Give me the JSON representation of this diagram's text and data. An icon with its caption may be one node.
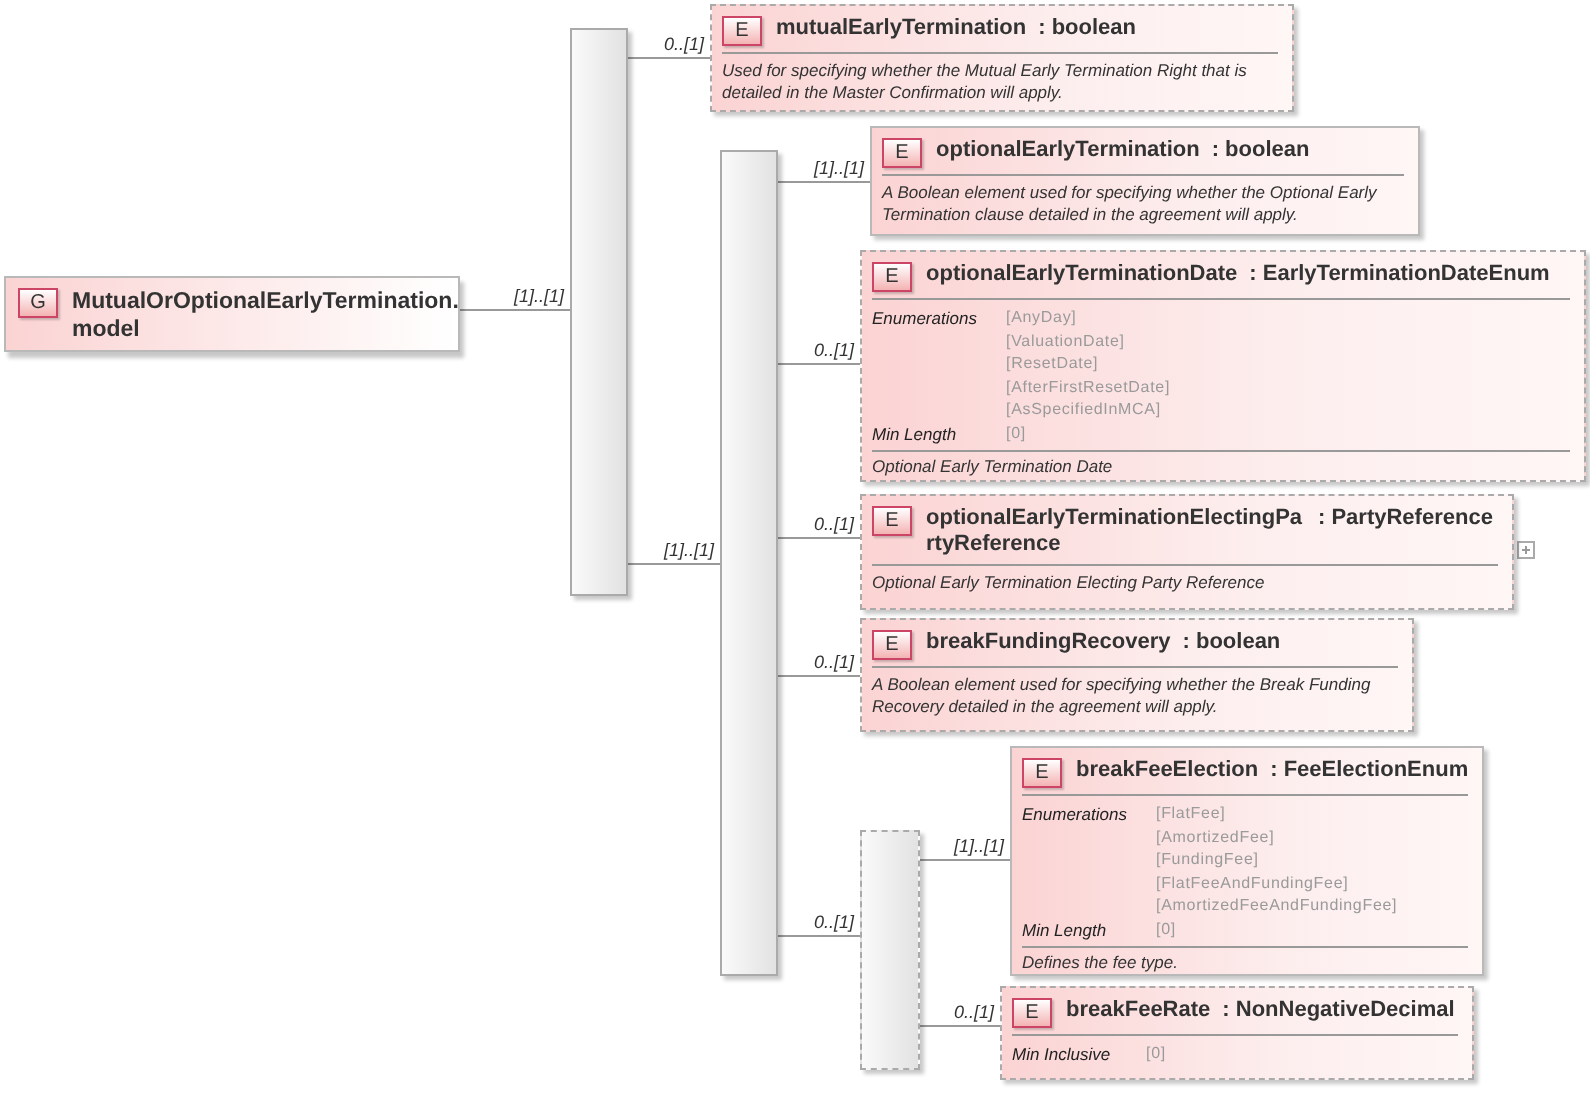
{
  "diagram": {
    "nodes": [
      {
        "text": [
          "G",
          "MutualOrOptionalEarlyTermination. model"
        ]
      },
      {
        "text": [],
        "shape": "bar"
      },
      {
        "text": [
          "E",
          "mutualEarlyTermination",
          ": boolean",
          "Used for specifying whether the Mutual Early Termination Right that is detailed in the Master Confirmation will apply."
        ]
      },
      {
        "text": [],
        "shape": "bar"
      },
      {
        "text": [
          "E",
          "optionalEarlyTermination",
          ": boolean",
          "A Boolean element used for specifying whether the Optional Early Termination clause detailed in the agreement will apply."
        ]
      },
      {
        "text": [
          "E",
          "optionalEarlyTerminationDate",
          ": EarlyTerminationDateEnum",
          "Enumerations",
          "[AnyDay]",
          "[ValuationDate]",
          "[ResetDate]",
          "[AfterFirstResetDate]",
          "[AsSpecifiedInMCA]",
          "Min Length",
          "[0]",
          "Optional Early Termination Date"
        ]
      },
      {
        "text": [
          "E",
          "optionalEarlyTerminationElectingPa rtyReference",
          ": PartyReference",
          "Optional Early Termination Electing Party Reference"
        ]
      },
      {
        "text": [
          "E",
          "breakFundingRecovery",
          ": boolean",
          "A Boolean element used for specifying whether the Break Funding Recovery detailed in the agreement will apply."
        ]
      },
      {
        "text": [],
        "shape": "bar"
      },
      {
        "text": [
          "E",
          "breakFeeElection",
          ": FeeElectionEnum",
          "Enumerations",
          "[FlatFee]",
          "[AmortizedFee]",
          "[FundingFee]",
          "[FlatFeeAndFundingFee]",
          "[AmortizedFeeAndFundingFee]",
          "Min Length",
          "[0]",
          "Defines the fee type."
        ]
      },
      {
        "text": [
          "E",
          "breakFeeRate",
          ": NonNegativeDecimal",
          "Min Inclusive",
          "[0]"
        ]
      }
    ],
    "edges": [
      {
        "from": 0,
        "to": 1,
        "arrow": "none",
        "label": "[1]..[1]"
      },
      {
        "from": 1,
        "to": 2,
        "arrow": "none",
        "label": "0..[1]"
      },
      {
        "from": 1,
        "to": 3,
        "arrow": "none",
        "label": "[1]..[1]"
      },
      {
        "from": 3,
        "to": 4,
        "arrow": "none",
        "label": "[1]..[1]"
      },
      {
        "from": 3,
        "to": 5,
        "arrow": "none",
        "label": "0..[1]"
      },
      {
        "from": 3,
        "to": 6,
        "arrow": "none",
        "label": "0..[1]"
      },
      {
        "from": 3,
        "to": 7,
        "arrow": "none",
        "label": "0..[1]"
      },
      {
        "from": 3,
        "to": 8,
        "arrow": "none",
        "label": "0..[1]"
      },
      {
        "from": 8,
        "to": 9,
        "arrow": "none",
        "label": "[1]..[1]"
      },
      {
        "from": 8,
        "to": 10,
        "arrow": "none",
        "label": "0..[1]"
      }
    ]
  }
}
